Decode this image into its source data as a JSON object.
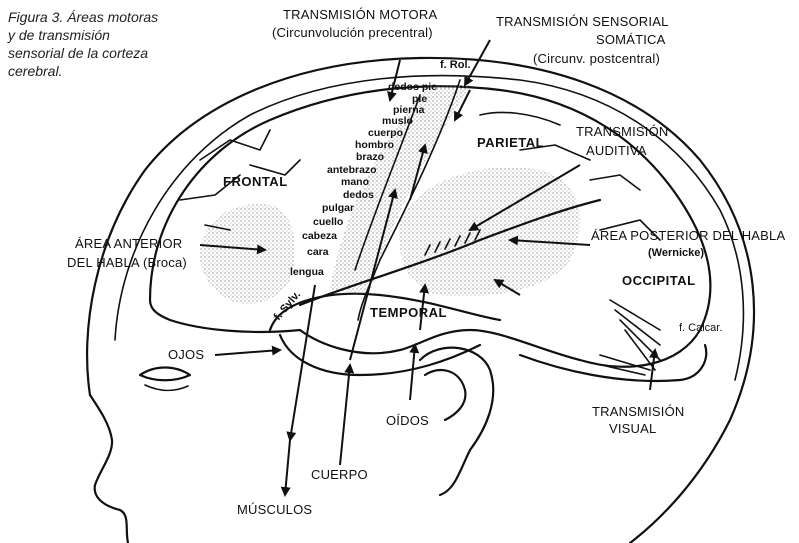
{
  "caption": [
    "Figura 3. Áreas motoras",
    "y de transmisión",
    "sensorial de la corteza",
    "cerebral."
  ],
  "motor": {
    "title": "TRANSMISIÓN MOTORA",
    "sub": "(Circunvolución precentral)"
  },
  "sensory": {
    "title": [
      "TRANSMISIÓN SENSORIAL",
      "SOMÁTICA"
    ],
    "sub": "(Circunv. postcentral)"
  },
  "rolando": "f. Rol.",
  "body_parts": [
    "dedos pie",
    "pie",
    "pierna",
    "muslo",
    "cuerpo",
    "hombro",
    "brazo",
    "antebrazo",
    "mano",
    "dedos",
    "pulgar",
    "cuello",
    "cabeza",
    "cara",
    "lengua"
  ],
  "regions": {
    "frontal": "FRONTAL",
    "parietal": "PARIETAL",
    "temporal": "TEMPORAL",
    "occipital": "OCCIPITAL"
  },
  "auditory": [
    "TRANSMISIÓN",
    "AUDITIVA"
  ],
  "broca": [
    "ÁREA ANTERIOR",
    "DEL HABLA (Broca)"
  ],
  "wernicke": {
    "title": "ÁREA POSTERIOR DEL HABLA",
    "sub": "(Wernicke)"
  },
  "sylvius": "f. Sylv.",
  "calcar": "f. Calcar.",
  "eyes": "OJOS",
  "ears": "OÍDOS",
  "body": "CUERPO",
  "muscles": "MÚSCULOS",
  "visual": [
    "TRANSMISIÓN",
    "VISUAL"
  ]
}
